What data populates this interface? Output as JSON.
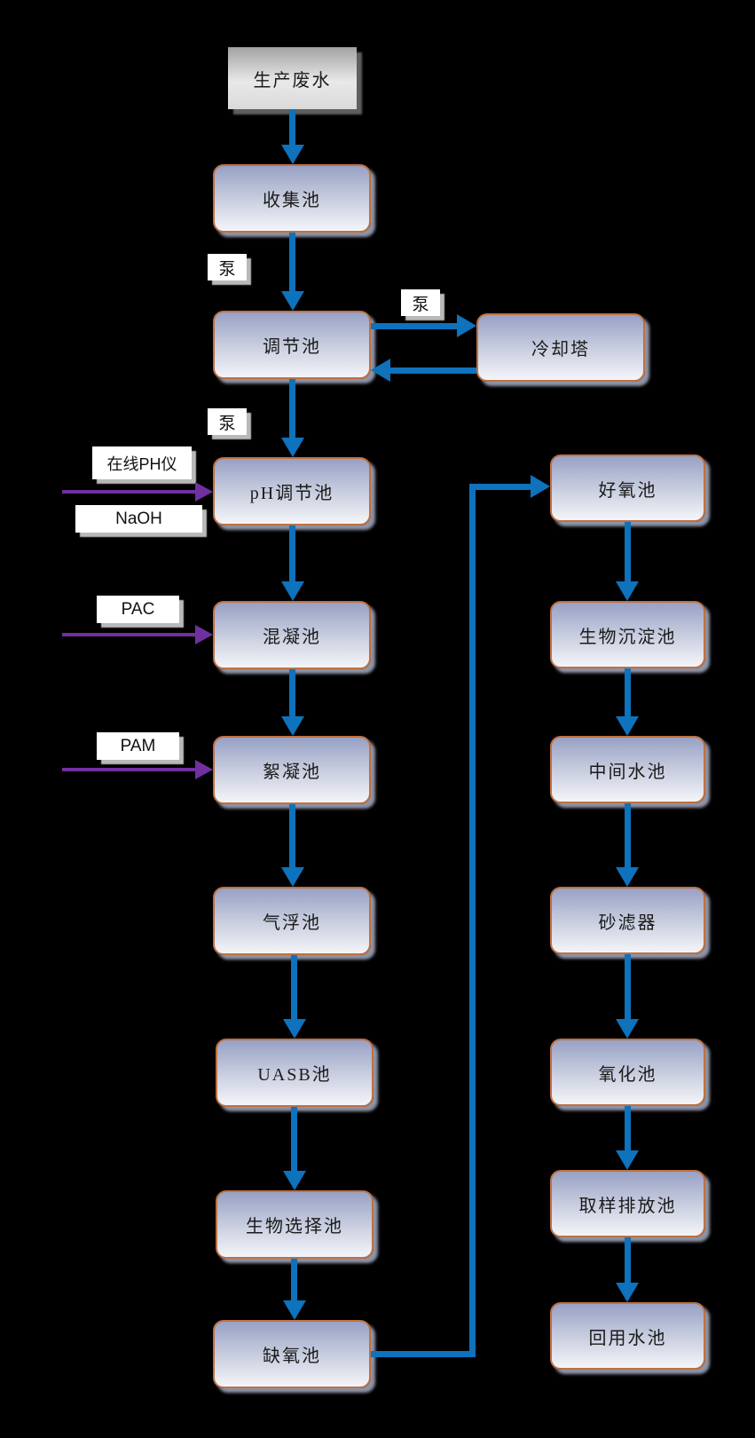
{
  "nodes": {
    "source": {
      "label": "生产废水"
    },
    "collect": {
      "label": "收集池"
    },
    "regulate": {
      "label": "调节池"
    },
    "cooling": {
      "label": "冷却塔"
    },
    "ph": {
      "label": "pH调节池"
    },
    "coag": {
      "label": "混凝池"
    },
    "floc": {
      "label": "絮凝池"
    },
    "daf": {
      "label": "气浮池"
    },
    "uasb": {
      "label": "UASB池"
    },
    "bioselect": {
      "label": "生物选择池"
    },
    "anoxic": {
      "label": "缺氧池"
    },
    "aerobic": {
      "label": "好氧池"
    },
    "biosed": {
      "label": "生物沉淀池"
    },
    "midwater": {
      "label": "中间水池"
    },
    "sandfilter": {
      "label": "砂滤器"
    },
    "oxidation": {
      "label": "氧化池"
    },
    "sampling": {
      "label": "取样排放池"
    },
    "reuse": {
      "label": "回用水池"
    }
  },
  "tags": {
    "pump1": "泵",
    "pump2": "泵",
    "pump3": "泵",
    "ph_meter": "在线PH仪",
    "naoh": "NaOH",
    "pac": "PAC",
    "pam": "PAM"
  },
  "colors": {
    "flow_arrow": "#0e72bc",
    "dosing_arrow": "#7030a0",
    "node_border": "#bf7140",
    "background": "#000000"
  }
}
